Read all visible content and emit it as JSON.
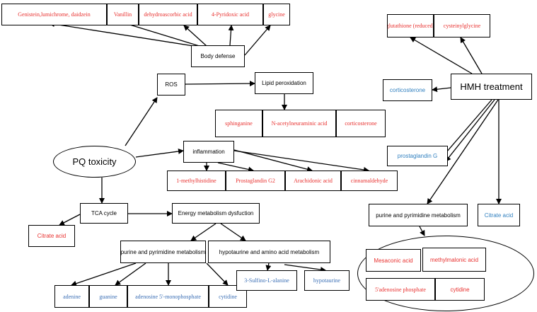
{
  "colors": {
    "red": "#e8312f",
    "blue": "#3b6fb5",
    "cyan": "#2f7fbf",
    "line": "#000000"
  },
  "top_group": {
    "items": [
      "Genistein,lumichrome, daidzein",
      "Vanillin",
      "dehydroascorbic acid",
      "4-Pyridoxic acid",
      "glycine"
    ],
    "body_defense": "Body defense"
  },
  "left": {
    "ros": "ROS",
    "lipid_peroxidation": "Lipid peroxidation",
    "lipid_items": [
      "sphinganine",
      "N-acetylneuraminic acid",
      "corticosterone"
    ],
    "pq_toxicity": "PQ toxicity",
    "inflammation": "inflammation",
    "inflammation_items": [
      "1-methylhistidine",
      "Prostaglandin G2",
      "Arachidonic acid",
      "cinnamaldehyde"
    ],
    "tca_cycle": "TCA cycle",
    "citrate_acid": "Citrate acid",
    "energy_dysfunction": "Energy metabolism dysfuction",
    "purine_metabolism": "purine and pyrimidine metabolism",
    "hypotaurine_metabolism": "hypotaurine and amino acid metabolism",
    "purine_items": [
      "adenine",
      "guanine",
      "adenosine 5'-monophosphate",
      "cytidine"
    ],
    "hypotaurine_items": [
      "3-Sulfino-L-alanine",
      "hypotaurine"
    ]
  },
  "right": {
    "hmh_treatment": "HMH treatment",
    "glutathione_items": [
      "glutathione (reduced)",
      "cysteinylglycine"
    ],
    "corticosterone": "corticosterone",
    "prostaglandin_g": "prostaglandin G",
    "purine_metabolism": "purine and pyrimidine metabolism",
    "citrate_acid": "Citrate acid",
    "ellipse_items": [
      "Mesaconic acid",
      "methylmalonic acid",
      "5'adenosine phosphate",
      "cytidine"
    ]
  }
}
